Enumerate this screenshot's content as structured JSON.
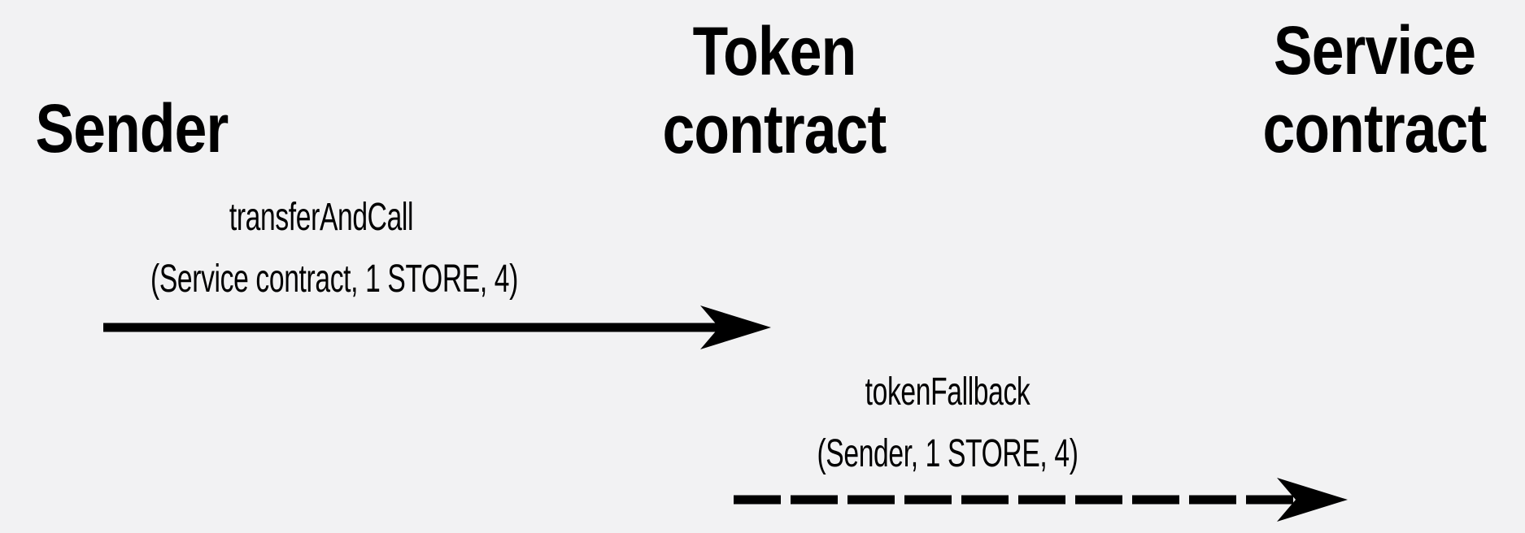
{
  "colors": {
    "background": "#f2f2f3",
    "ink": "#000000"
  },
  "diagram": {
    "kind": "sequence-diagram",
    "actors": [
      {
        "id": "sender",
        "line1": "Sender",
        "line2": ""
      },
      {
        "id": "token-contract",
        "line1": "Token",
        "line2": "contract"
      },
      {
        "id": "service-contract",
        "line1": "Service",
        "line2": "contract"
      }
    ],
    "messages": [
      {
        "from": "Sender",
        "to": "Token contract",
        "name": "transferAndCall",
        "args": "(Service contract, 1 STORE, 4)",
        "line_style": "solid"
      },
      {
        "from": "Token contract",
        "to": "Service contract",
        "name": "tokenFallback",
        "args": "(Sender, 1 STORE, 4)",
        "line_style": "dashed"
      }
    ]
  }
}
